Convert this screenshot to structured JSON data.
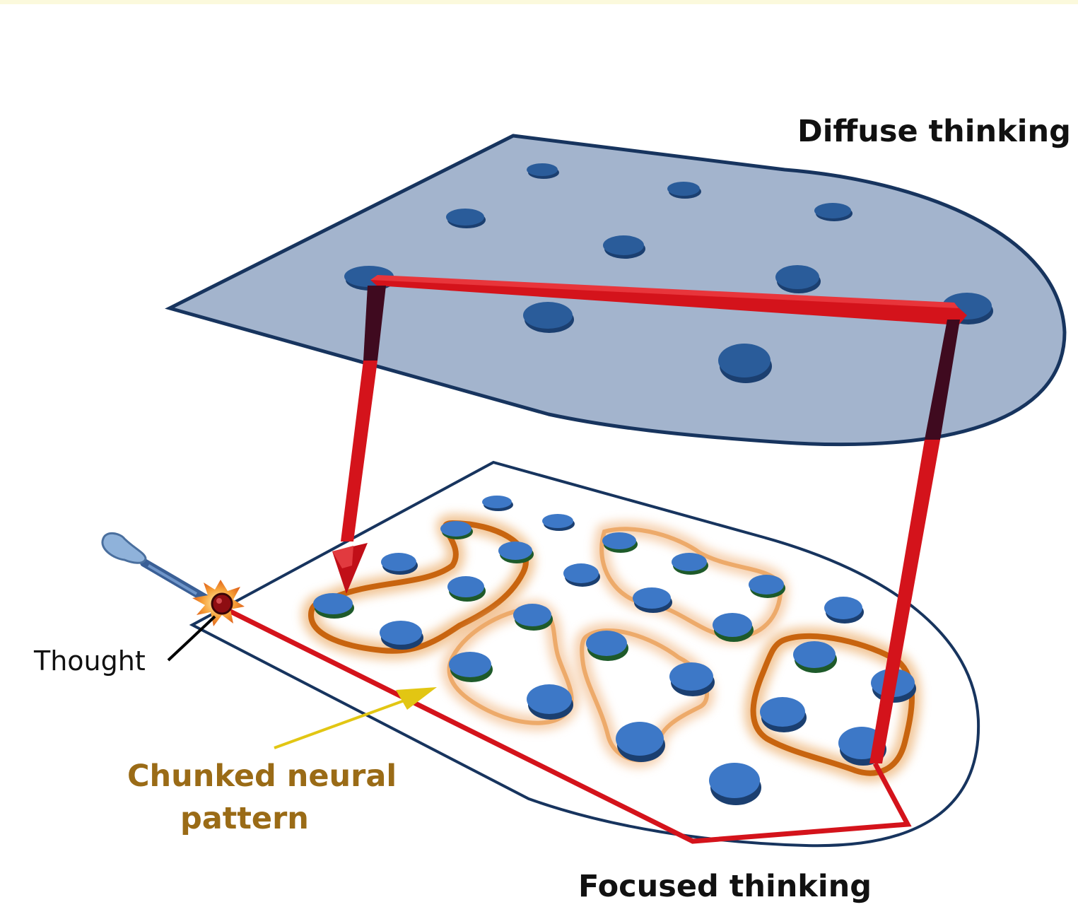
{
  "labels": {
    "diffuse": "Diffuse thinking",
    "focused": "Focused thinking",
    "thought": "Thought",
    "chunk_line1": "Chunked neural",
    "chunk_line2": "pattern"
  },
  "colors": {
    "diffuse_plane": "#a3b4cd",
    "plane_border": "#17345e",
    "neuron_dark": "#275f9e",
    "neuron_light": "#3d78c7",
    "path_red": "#d4131b",
    "chunk_orange": "#cc6a12",
    "label_brown": "#9a6b16",
    "arrow_yellow": "#e2c613"
  },
  "icons": {
    "pinball_plunger": "pinball-plunger-icon",
    "spark": "spark-burst-icon"
  }
}
